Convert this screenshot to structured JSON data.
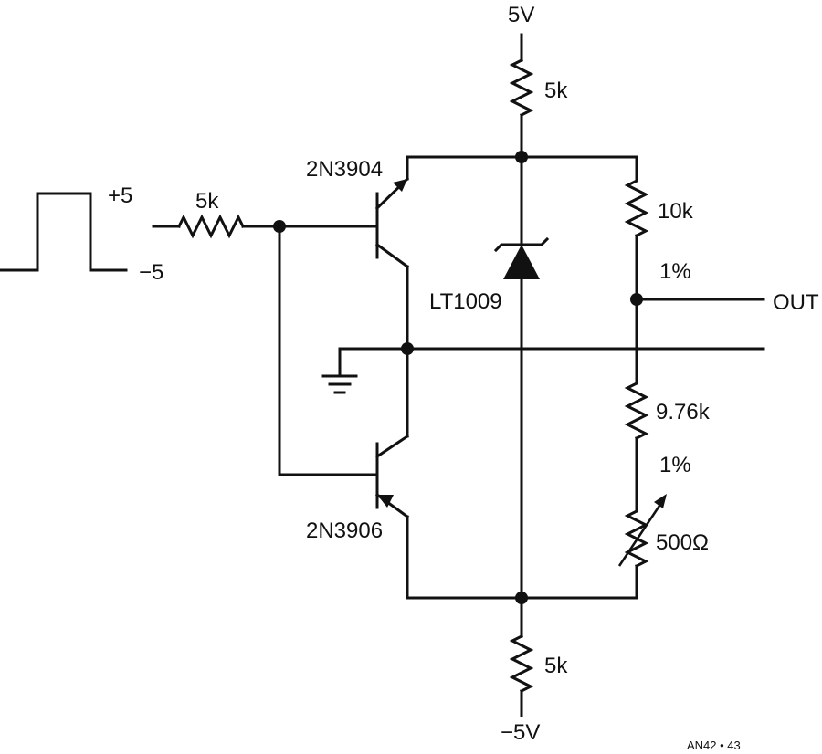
{
  "supply": {
    "top_label": "5V",
    "bottom_label": "−5V"
  },
  "input_pulse": {
    "high_label": "+5",
    "low_label": "−5"
  },
  "resistors": {
    "input": "5k",
    "top_supply": "5k",
    "bottom_supply": "5k",
    "divider_upper": "10k",
    "divider_upper_tol": "1%",
    "divider_lower": "9.76k",
    "divider_lower_tol": "1%",
    "trim_pot": "500Ω"
  },
  "transistors": {
    "npn": "2N3904",
    "pnp": "2N3906"
  },
  "reference": "LT1009",
  "output_label": "OUT",
  "figure_id": "AN42 • 43",
  "colors": {
    "ink": "#111111",
    "background": "#ffffff"
  }
}
